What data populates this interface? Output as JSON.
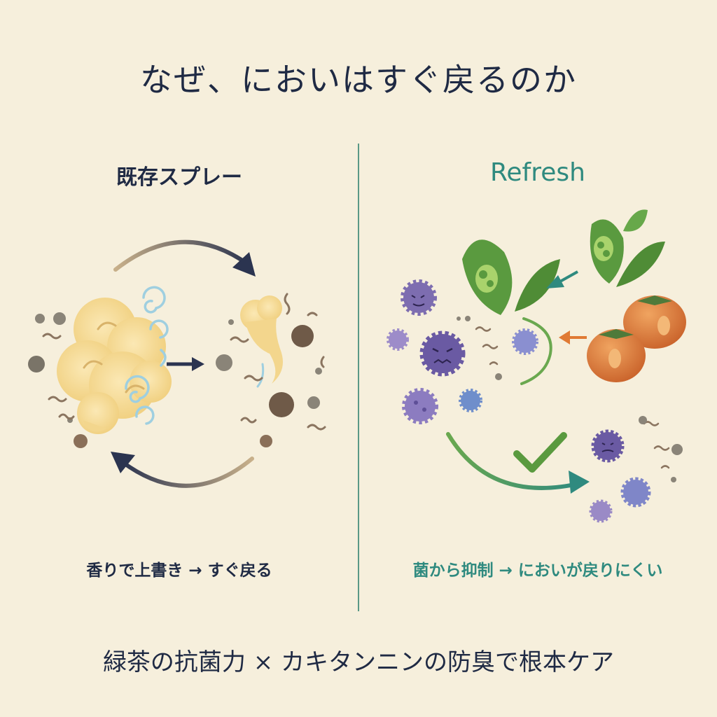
{
  "title": "なぜ、においはすぐ戻るのか",
  "left": {
    "heading": "既存スプレー",
    "caption": "香りで上書き → すぐ戻る"
  },
  "right": {
    "heading": "Refresh",
    "caption": "菌から抑制 → においが戻りにくい"
  },
  "footer": "緑茶の抗菌力 × カキタンニンの防臭で根本ケア",
  "icons": [
    "cycle-arrow-icon",
    "fragrance-cloud-icon",
    "odor-particle-icon",
    "germ-icon",
    "green-tea-leaf-icon",
    "persimmon-icon",
    "shield-arc-icon",
    "check-icon"
  ],
  "colors": {
    "background": "#f6efdc",
    "navy": "#1f2a44",
    "teal": "#2f8a7f",
    "fragrance": "#f5d98f",
    "germ": "#7d6db0",
    "leaf": "#5a9a3f",
    "persimmon": "#d9773a"
  }
}
